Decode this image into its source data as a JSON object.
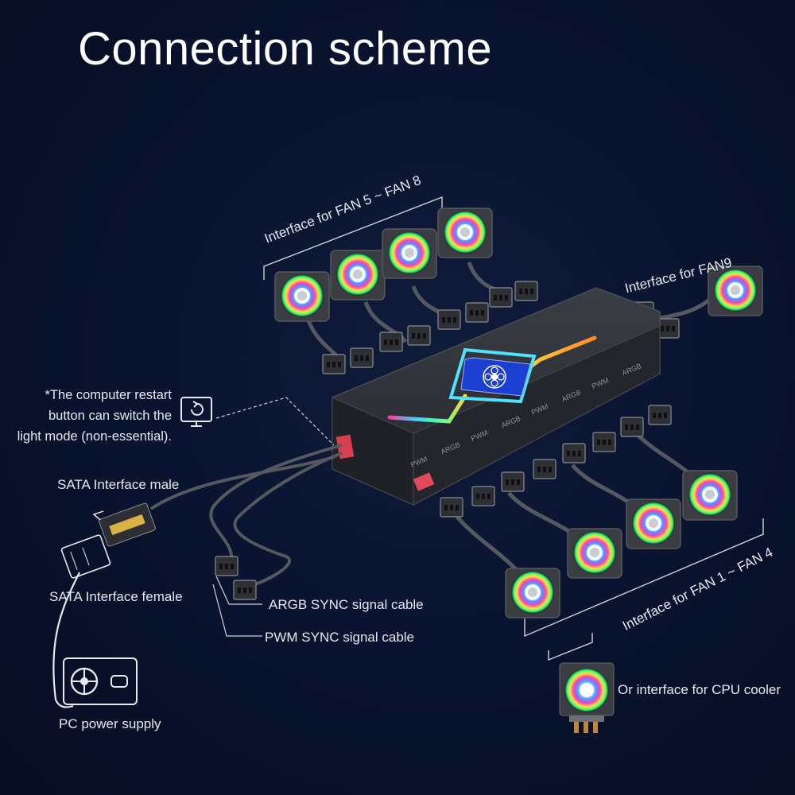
{
  "title": "Connection scheme",
  "labels": {
    "fan5_8": "Interface for FAN 5 ~ FAN 8",
    "fan9": "Interface for FAN9",
    "fan1_4": "Interface for FAN 1 ~ FAN 4",
    "restart_line1": "*The computer restart",
    "restart_line2": "button can switch the",
    "restart_line3": "light mode  (non-essential).",
    "sata_male": "SATA Interface male",
    "sata_female": "SATA Interface female",
    "argb_sync": "ARGB SYNC signal cable",
    "pwm_sync": "PWM SYNC signal cable",
    "pc_power": "PC power supply",
    "cpu_cooler": "Or interface for CPU cooler"
  },
  "hub_port_labels": [
    "PWM",
    "ARGB",
    "PWM",
    "ARGB",
    "PWM",
    "ARGB",
    "PWM",
    "ARGB"
  ],
  "icons": {
    "restart": "restart-monitor-icon",
    "power_supply": "power-supply-icon",
    "hub_logo": "flower-logo-icon"
  },
  "colors": {
    "background": "#0a1430",
    "hub_body": "#2b2d33",
    "rgb_start": "#ff3b6b",
    "rgb_mid": "#3ad6ff",
    "rgb_end": "#ffd43b"
  }
}
